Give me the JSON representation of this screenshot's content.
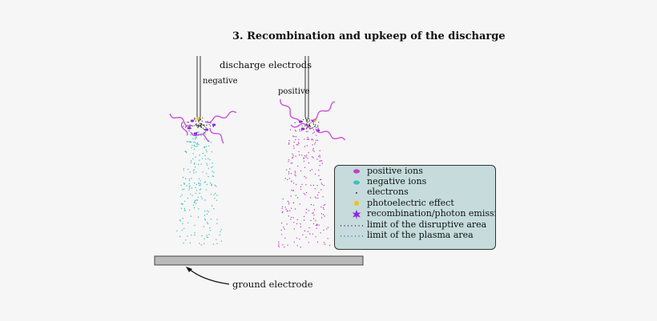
{
  "diagram": {
    "title": "3. Recombination and upkeep of the discharge",
    "labels": {
      "discharge_electrodes": "discharge electrods",
      "negative": "negative",
      "positive": "positive",
      "ground_electrode": "ground electrode"
    },
    "legend": [
      {
        "label": "positive ions",
        "symbol": "positive-ion"
      },
      {
        "label": "negative ions",
        "symbol": "negative-ion"
      },
      {
        "label": "electrons",
        "symbol": "electron"
      },
      {
        "label": "photoelectric effect",
        "symbol": "photoelectric"
      },
      {
        "label": "recombination/photon emission",
        "symbol": "recombination-star"
      },
      {
        "label": "limit of the disruptive area",
        "symbol": "dotted-dark"
      },
      {
        "label": "limit of the plasma area",
        "symbol": "dotted-blue"
      }
    ],
    "colors": {
      "positive_ion": "#c040c0",
      "negative_ion": "#40c0c0",
      "electron": "#333333",
      "photoelectric": "#f0c020",
      "recombination": "#8a2be2",
      "photon_wave": "#cc44dd",
      "legend_bg": "#c6dcdc",
      "ground_plate": "#bbbbbb",
      "plasma_limit": "#4466cc"
    }
  }
}
